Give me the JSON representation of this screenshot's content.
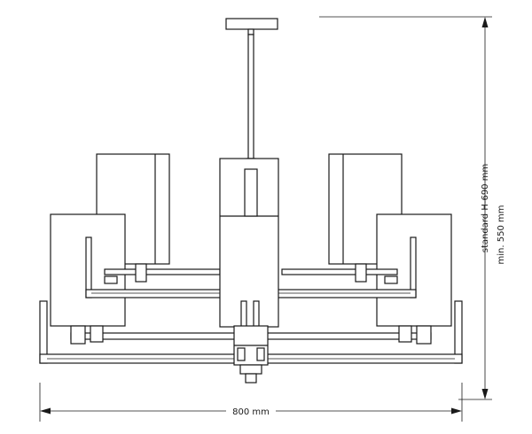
{
  "dimensions": {
    "width_label": "800 mm",
    "height_label": "standard H-690 mm",
    "min_height_label": "min. 550 mm"
  },
  "colors": {
    "line": "#1a1a1a",
    "background": "#ffffff"
  }
}
